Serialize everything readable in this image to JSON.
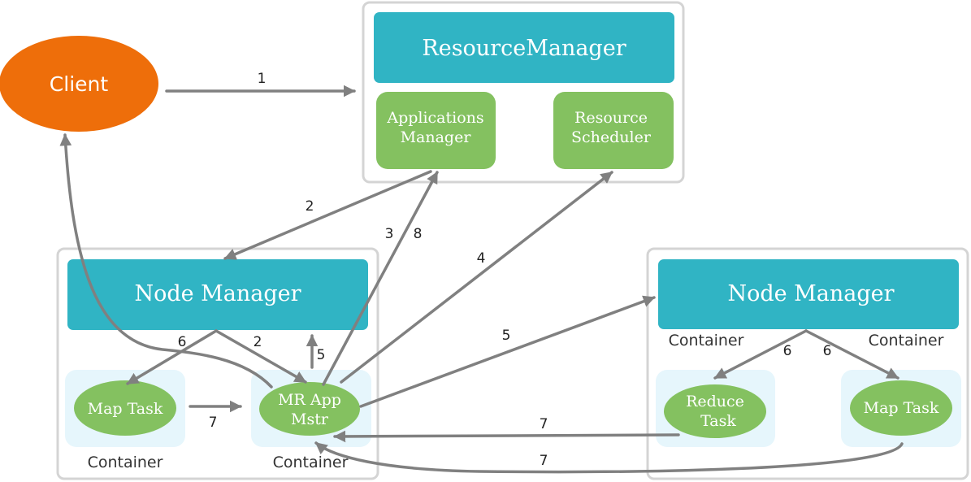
{
  "client": {
    "label": "Client"
  },
  "resource_manager": {
    "title": "ResourceManager",
    "applications_manager": [
      "Applications",
      "Manager"
    ],
    "resource_scheduler": [
      "Resource",
      "Scheduler"
    ]
  },
  "node_left": {
    "title": "Node Manager",
    "map_task": "Map Task",
    "mr_app_master": [
      "MR App",
      "Mstr"
    ],
    "container_1": "Container",
    "container_2": "Container"
  },
  "node_right": {
    "title": "Node Manager",
    "reduce_task": [
      "Reduce",
      "Task"
    ],
    "map_task": "Map Task",
    "container_1": "Container",
    "container_2": "Container"
  },
  "steps": {
    "s1": "1",
    "s2a": "2",
    "s2b": "2",
    "s3": "3",
    "s8": "8",
    "s4": "4",
    "s5a": "5",
    "s5b": "5",
    "s6a": "6",
    "s6b": "6",
    "s6c": "6",
    "s7a": "7",
    "s7b": "7",
    "s7c": "7"
  },
  "colors": {
    "teal": "#30b4c4",
    "green": "#84c160",
    "orange": "#ee6e0a",
    "light_blue": "#e6f6fc",
    "arrow": "#808080",
    "frame": "#d4d4d4"
  }
}
